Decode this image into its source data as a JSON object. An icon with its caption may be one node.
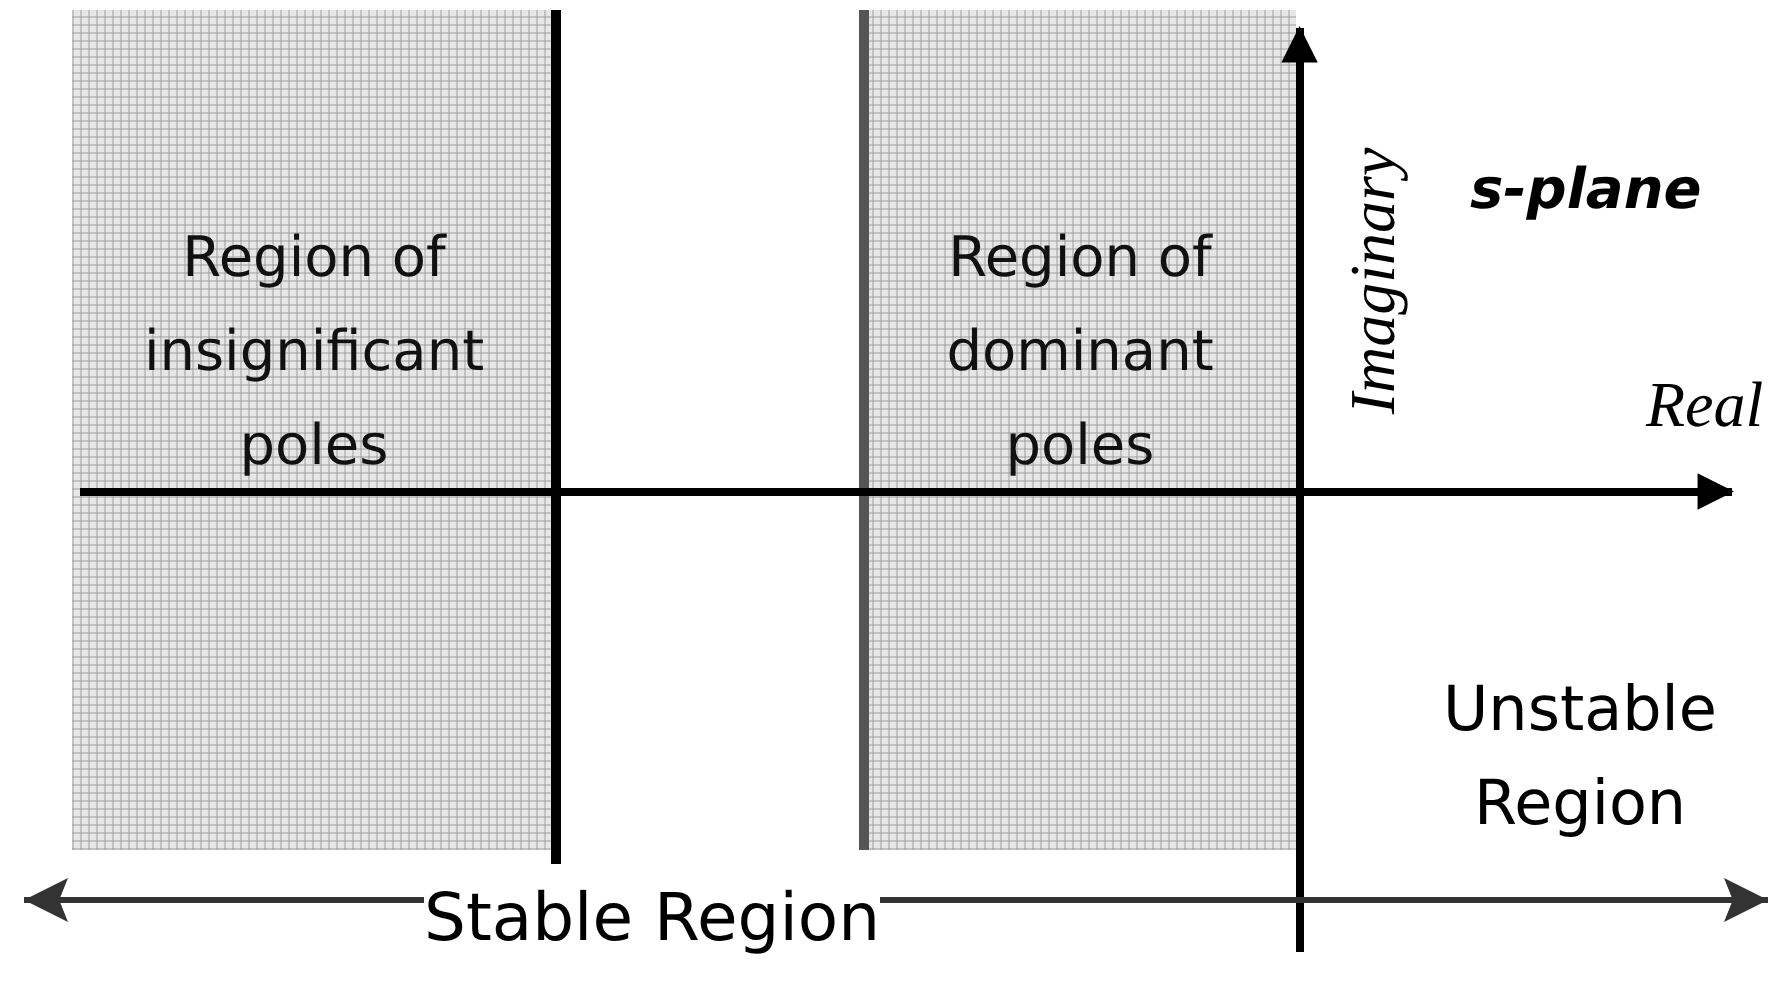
{
  "diagram": {
    "nodes": [
      {
        "text": [
          "Region of insignificant poles"
        ]
      },
      {
        "text": [
          "Region of dominant poles"
        ]
      }
    ],
    "labels": [
      "s-plane",
      "Imaginary",
      "Real",
      "Unstable Region",
      "Stable Region"
    ]
  }
}
